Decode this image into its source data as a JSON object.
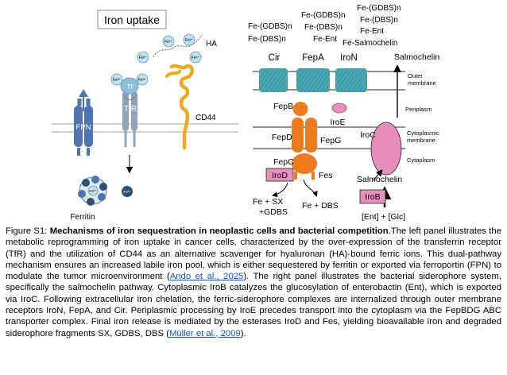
{
  "left_panel": {
    "title": "Iron uptake",
    "labels": {
      "ha": "HA",
      "cd44": "CD44",
      "fpn": "FPN",
      "tfr": "TfR",
      "tf": "Tf",
      "fe3": "Fe³⁺",
      "ferritin": "Ferritin"
    }
  },
  "right_panel": {
    "complex_labels": {
      "cir_top": "Fe-(GDBS)n",
      "cir_bottom": "Fe-(DBS)n",
      "fepa_top": "Fe-(GDBS)n",
      "fepa_mid": "Fe-(DBS)n",
      "fepa_bottom": "Fe-Ent",
      "iron_top": "Fe-(GDBS)n",
      "iron_mid": "Fe-(DBS)n",
      "iron_ent": "Fe-Ent",
      "iron_salm": "Fe-Salmochelin"
    },
    "receptors": {
      "cir": "Cir",
      "fepa": "FepA",
      "iron": "IroN"
    },
    "salmochelin_top": "Salmochelin",
    "outer_membrane": "Outer\nmembrane",
    "periplasm": "Periplasm",
    "cytoplasmic_membrane": "Cytoplasmic\nmembrane",
    "cytoplasm": "Cytoplasm",
    "proteins": {
      "fepb": "FepB",
      "iroe": "IroE",
      "iroc": "IroC",
      "fepd": "FepD",
      "fepg": "FepG",
      "fepc": "FepC",
      "irod": "IroD",
      "fes": "Fes",
      "salmochelin_bottom": "Salmochelin",
      "irob": "IroB"
    },
    "products": {
      "fe_sx": "Fe + SX",
      "gdbs": "+GDBS",
      "fe_dbs": "Fe + DBS",
      "ent_glc": "[Ent] + [Glc]"
    }
  },
  "caption": {
    "figure_label": "Figure S1: ",
    "title": "Mechanisms of iron sequestration in neoplastic cells and bacterial competition",
    "text1": ".The left panel illustrates the metabolic reprogramming of iron uptake in cancer cells, characterized by the over-expression of the transferrin receptor (TfR) and the utilization of CD44 as an alternative scavenger for hyaluronan (HA)-bound ferric ions. This dual-pathway mechanism ensures an increased labile iron pool, which is either sequestered by ferritin or exported via ferroportin (FPN) to modulate the tumor microenvironment (",
    "cite1": "Ando et al., 2025",
    "text2": "). The right panel illustrates the bacterial siderophore system, specifically the salmochelin pathway. Cytoplasmic IroB catalyzes the glucosylation of enterobactin (Ent), which is exported via IroC. Following extracellular iron chelation, the ferric-siderophore complexes are internalized through outer membrane receptors IroN, FepA, and Cir. Periplasmic processing by IroE precedes transport into the cytoplasm via the FepBDG ABC transporter complex. Final iron release is mediated by the esterases IroD and Fes, yielding bioavailable iron and degraded siderophore fragments SX, GDBS, DBS (",
    "cite2": "Müller et al., 2009",
    "text3": ")."
  },
  "colors": {
    "fpn_blue": "#4f74b1",
    "tfr_gray": "#8fa4bb",
    "tf_blue": "#8fc0d8",
    "cd44_orange": "#f0a91a",
    "fepd_orange": "#ee7b1e",
    "iroc_pink": "#e88cbc",
    "irod_pink": "#e98fbe",
    "barrel_teal": "#4aa8b5",
    "link_blue": "#1155cc"
  }
}
